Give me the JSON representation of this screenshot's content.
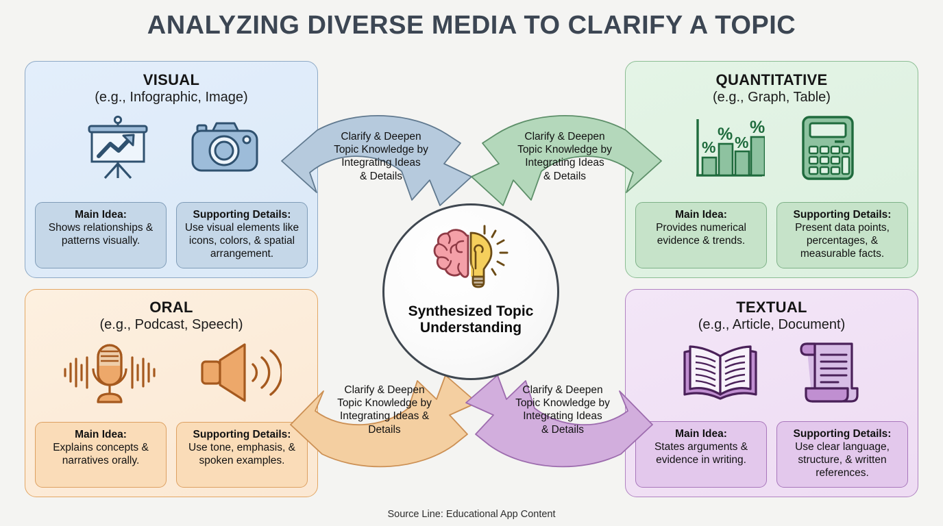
{
  "title": "ANALYZING DIVERSE MEDIA TO CLARIFY A TOPIC",
  "source_line": "Source Line: Educational App Content",
  "hub": {
    "label_line1": "Synthesized Topic",
    "label_line2": "Understanding",
    "icon": "brain-lightbulb-icon",
    "colors": {
      "brain": "#f4a0a8",
      "bulb": "#f5cf5c",
      "ring": "#3f4750"
    }
  },
  "panels": [
    {
      "key": "visual",
      "title": "VISUAL",
      "subtitle": "(e.g., Infographic, Image)",
      "accent": "#8da9c6",
      "background": "#e3eefb",
      "icons": [
        "presentation-chart-icon",
        "camera-icon"
      ],
      "cards": [
        {
          "head": "Main Idea:",
          "body": "Shows relationships & patterns visually."
        },
        {
          "head": "Supporting Details:",
          "body": "Use visual elements like icons, colors, & spatial arrangement."
        }
      ]
    },
    {
      "key": "quant",
      "title": "QUANTITATIVE",
      "subtitle": "(e.g., Graph, Table)",
      "accent": "#8bbd93",
      "background": "#e4f4e6",
      "icons": [
        "percent-bar-chart-icon",
        "calculator-icon"
      ],
      "cards": [
        {
          "head": "Main Idea:",
          "body": "Provides numerical evidence & trends."
        },
        {
          "head": "Supporting Details:",
          "body": "Present data points, percentages, & measurable facts."
        }
      ]
    },
    {
      "key": "oral",
      "title": "ORAL",
      "subtitle": "(e.g., Podcast, Speech)",
      "accent": "#e3a765",
      "background": "#fdf0e0",
      "icons": [
        "microphone-waveform-icon",
        "speaker-sound-icon"
      ],
      "cards": [
        {
          "head": "Main Idea:",
          "body": "Explains concepts & narratives orally."
        },
        {
          "head": "Supporting Details:",
          "body": "Use tone, emphasis, & spoken examples."
        }
      ]
    },
    {
      "key": "textual",
      "title": "TEXTUAL",
      "subtitle": "(e.g., Article, Document)",
      "accent": "#b183c2",
      "background": "#f3e6f7",
      "icons": [
        "open-book-icon",
        "scroll-document-icon"
      ],
      "cards": [
        {
          "head": "Main Idea:",
          "body": "States arguments & evidence in writing."
        },
        {
          "head": "Supporting Details:",
          "body": "Use clear language, structure, & written references."
        }
      ]
    }
  ],
  "arrows": [
    {
      "key": "visual",
      "from": "VISUAL",
      "to": "Synthesized Topic Understanding",
      "fill": "#b6cadd",
      "stroke": "#60798f",
      "lines": [
        "Clarify & Deepen",
        "Topic Knowledge by",
        "Integrating Ideas",
        "& Details"
      ]
    },
    {
      "key": "quant",
      "from": "QUANTITATIVE",
      "to": "Synthesized Topic Understanding",
      "fill": "#b4d8bb",
      "stroke": "#5d8f69",
      "lines": [
        "Clarify & Deepen",
        "Topic Knowledge by",
        "Integrating Ideas",
        "& Details"
      ]
    },
    {
      "key": "oral",
      "from": "ORAL",
      "to": "Synthesized Topic Understanding",
      "fill": "#f4cfa1",
      "stroke": "#cc9054",
      "lines": [
        "Clarify & Deepen",
        "Topic Knowledge by",
        "Integrating Ideas &",
        "Details"
      ]
    },
    {
      "key": "textual",
      "from": "TEXTUAL",
      "to": "Synthesized Topic Understanding",
      "fill": "#d2aedd",
      "stroke": "#9d6cae",
      "lines": [
        "Clarify & Deepen",
        "Topic Knowledge by",
        "Integrating Ideas",
        "& Details"
      ]
    }
  ]
}
